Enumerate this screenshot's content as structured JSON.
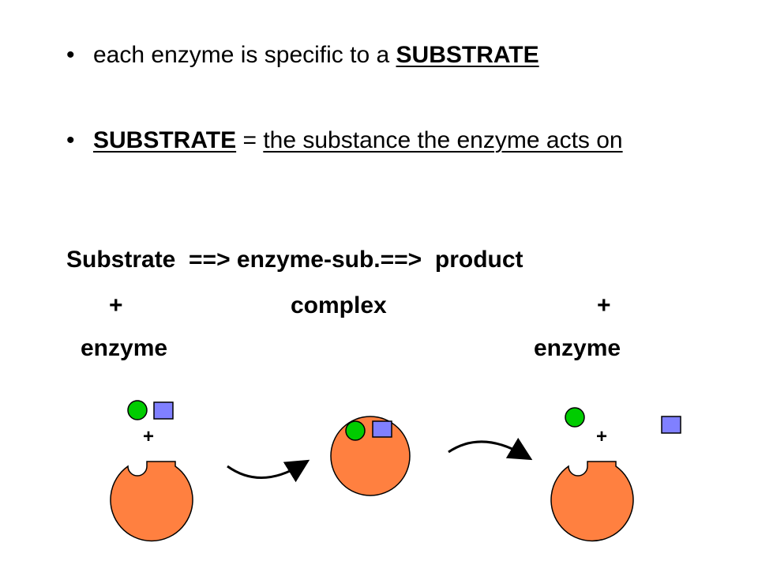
{
  "bullets": [
    {
      "marker": "•",
      "text_before": "each enzyme is specific to a ",
      "term": "SUBSTRATE"
    },
    {
      "marker": "•",
      "term": "SUBSTRATE",
      "equals": " = ",
      "definition": "the substance the enzyme acts on"
    }
  ],
  "equation": {
    "row1": "Substrate  ==> enzyme-sub.==>  product",
    "row2_left": "+",
    "row2_mid": "complex",
    "row2_right": "+",
    "row3_left": "enzyme",
    "row3_right": "enzyme"
  },
  "diagram": {
    "plus_left": "+",
    "plus_right": "+",
    "colors": {
      "enzyme": "#ff8040",
      "substrate_circle": "#00cc00",
      "substrate_square": "#8080ff",
      "outline": "#000000"
    }
  }
}
